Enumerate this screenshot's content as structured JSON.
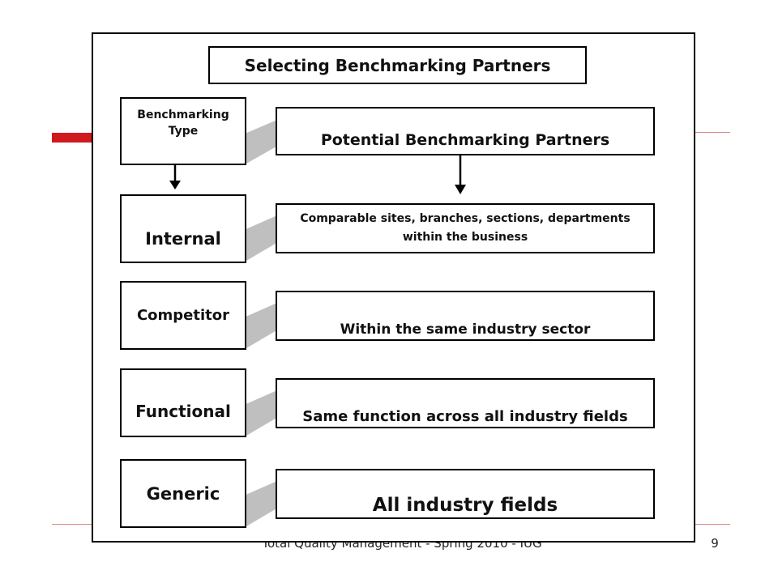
{
  "slide": {
    "footer_text": "Total Quality Management - Spring 2010 - IUG",
    "page_number": "9",
    "accent_color": "#d0181f"
  },
  "diagram": {
    "title": "Selecting Benchmarking Partners",
    "header_left": "Benchmarking Type",
    "header_right": "Potential Benchmarking Partners",
    "rows": [
      {
        "type": "Internal",
        "partners": "Comparable sites, branches, sections, departments within the business"
      },
      {
        "type": "Competitor",
        "partners": "Within the same industry sector"
      },
      {
        "type": "Functional",
        "partners": "Same function across all industry fields"
      },
      {
        "type": "Generic",
        "partners": "All industry fields"
      }
    ]
  }
}
